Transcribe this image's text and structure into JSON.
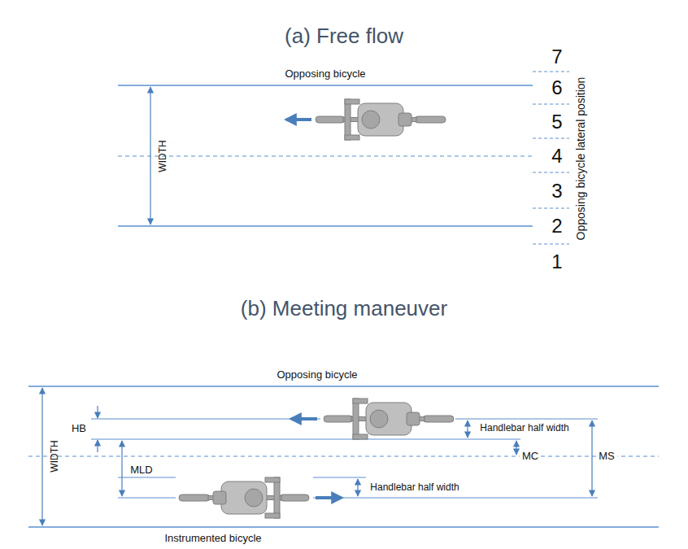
{
  "diagram": {
    "labels": [
      "(a) Free flow",
      "Opposing bicycle",
      "WIDTH",
      "7",
      "6",
      "5",
      "4",
      "3",
      "2",
      "1",
      "Opposing bicycle lateral position",
      "(b) Meeting maneuver",
      "Opposing bicycle",
      "WIDTH",
      "HB",
      "Handlebar half width",
      "MLD",
      "MC",
      "MS",
      "Handlebar half width",
      "Instrumented bicycle"
    ]
  }
}
